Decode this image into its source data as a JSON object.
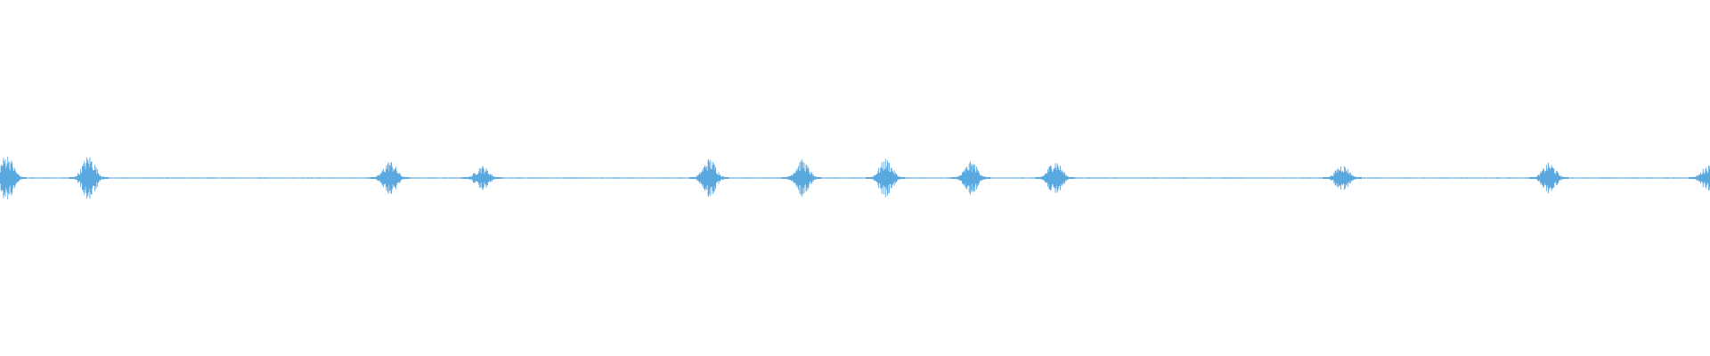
{
  "waveform": {
    "color": "#5aa8e0",
    "background": "#ffffff",
    "baseline_amplitude": 0.02,
    "duration_fraction_bursts": [
      {
        "position": 0.004,
        "amplitude": 0.55
      },
      {
        "position": 0.052,
        "amplitude": 0.52
      },
      {
        "position": 0.228,
        "amplitude": 0.4
      },
      {
        "position": 0.282,
        "amplitude": 0.28
      },
      {
        "position": 0.415,
        "amplitude": 0.45
      },
      {
        "position": 0.469,
        "amplitude": 0.42
      },
      {
        "position": 0.518,
        "amplitude": 0.44
      },
      {
        "position": 0.568,
        "amplitude": 0.38
      },
      {
        "position": 0.617,
        "amplitude": 0.42
      },
      {
        "position": 0.785,
        "amplitude": 0.32
      },
      {
        "position": 0.906,
        "amplitude": 0.35
      },
      {
        "position": 0.999,
        "amplitude": 0.3
      }
    ]
  }
}
